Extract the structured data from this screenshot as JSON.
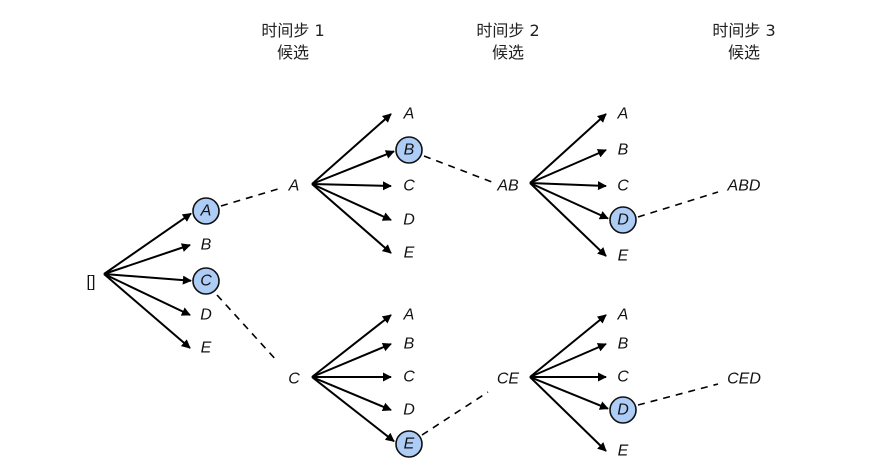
{
  "headers": {
    "step1": {
      "line1": "时间步 1",
      "line2": "候选"
    },
    "step2": {
      "line1": "时间步 2",
      "line2": "候选"
    },
    "step3": {
      "line1": "时间步 3",
      "line2": "候选"
    }
  },
  "root_label": "[]",
  "step1": [
    "A",
    "B",
    "C",
    "D",
    "E"
  ],
  "step1_selected": [
    "A",
    "C"
  ],
  "beam_top": {
    "prefix": "A",
    "candidates": [
      "A",
      "B",
      "C",
      "D",
      "E"
    ],
    "selected": "B",
    "result": "AB",
    "candidates2": [
      "A",
      "B",
      "C",
      "D",
      "E"
    ],
    "selected2": "D",
    "final": "ABD"
  },
  "beam_bottom": {
    "prefix": "C",
    "candidates": [
      "A",
      "B",
      "C",
      "D",
      "E"
    ],
    "selected": "E",
    "result": "CE",
    "candidates2": [
      "A",
      "B",
      "C",
      "D",
      "E"
    ],
    "selected2": "D",
    "final": "CED"
  }
}
